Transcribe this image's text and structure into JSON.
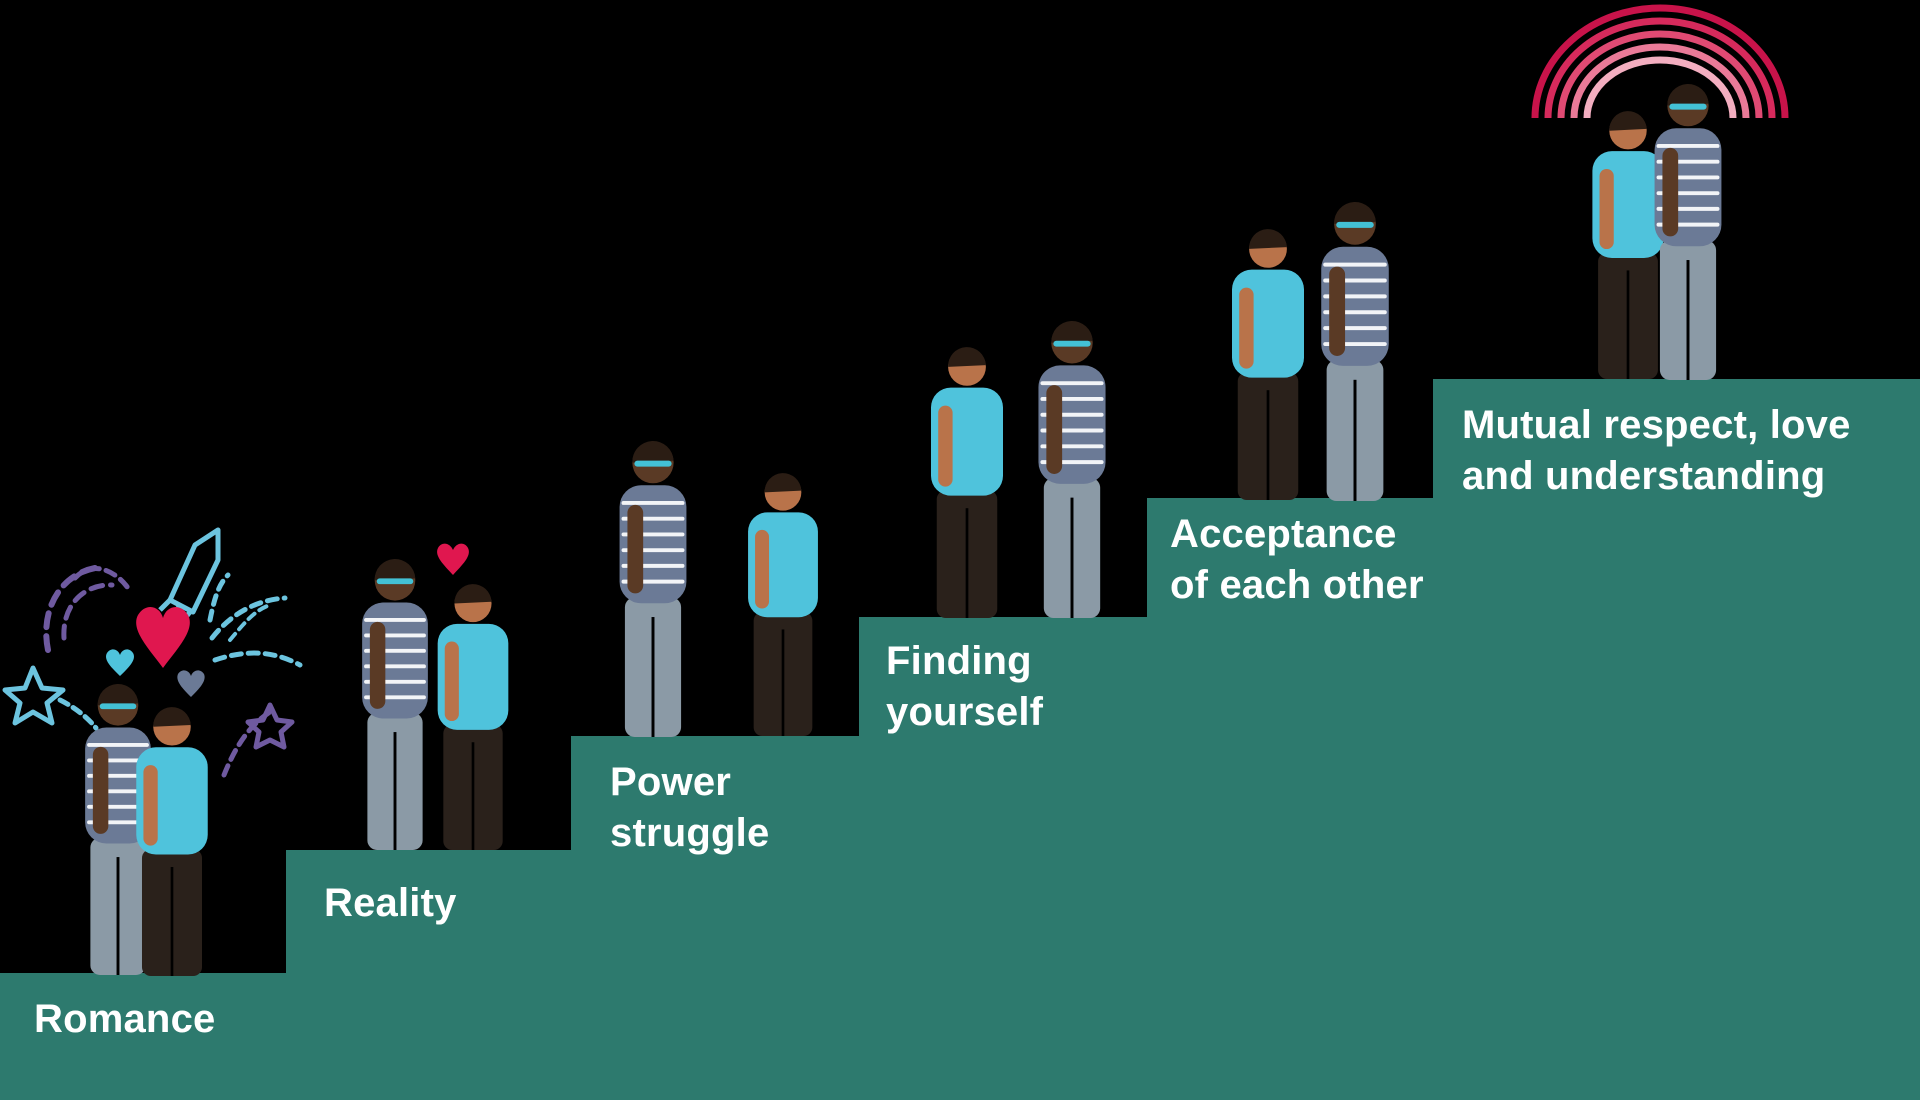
{
  "colors": {
    "background": "#000000",
    "step": "#2d7a6e",
    "label": "#ffffff",
    "shirt_blue": "#4fc3dc",
    "shirt_stripe": "#6b7a96",
    "pants_dark": "#2a211b",
    "pants_grey": "#8b9aa6",
    "skin_light": "#b9734a",
    "skin_dark": "#5a3a25",
    "hair": "#2b1d14",
    "glasses": "#43c1d5",
    "heart": "#e0174f",
    "rainbow": [
      "#c8134a",
      "#d62a5c",
      "#e04a73",
      "#ea7a98",
      "#f3aec0"
    ],
    "sparkle_purple": "#6f5aa0",
    "sparkle_blue": "#6cc4df"
  },
  "stages": [
    {
      "label": "Romance"
    },
    {
      "label": "Reality"
    },
    {
      "label": "Power\nstruggle"
    },
    {
      "label": "Finding\nyourself"
    },
    {
      "label": "Acceptance\nof each other"
    },
    {
      "label": "Mutual respect, love\nand understanding"
    }
  ],
  "icons": {
    "fireworks": "fireworks-icon",
    "rocket": "rocket-icon",
    "heart": "heart-icon",
    "star": "star-icon",
    "rainbow": "rainbow-icon"
  }
}
